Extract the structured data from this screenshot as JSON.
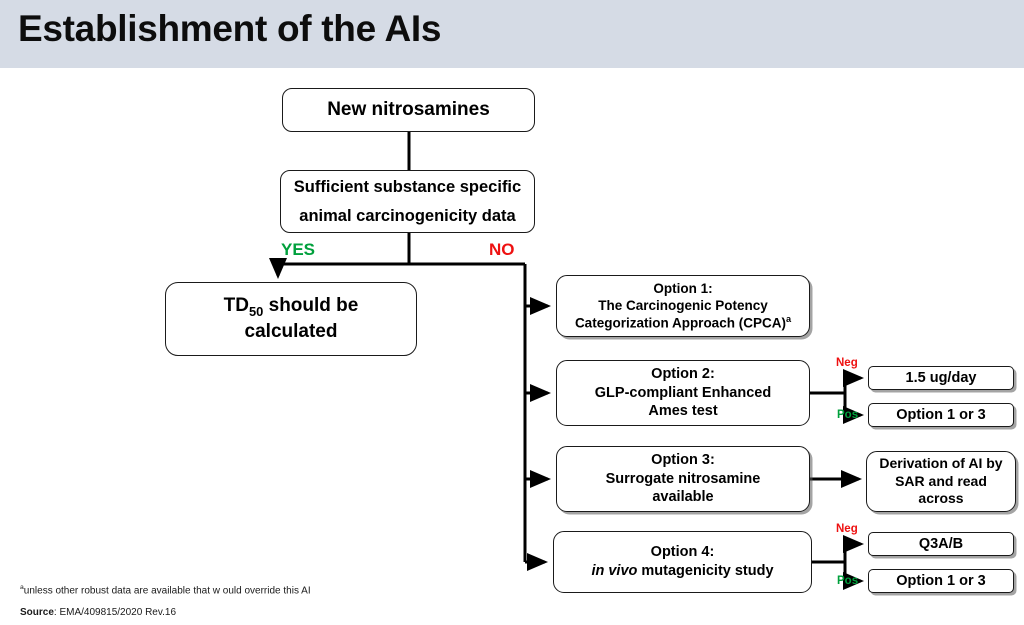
{
  "header": {
    "title": "Establishment of the AIs",
    "band_color": "#d5dbe5"
  },
  "colors": {
    "yes": "#00a03c",
    "no": "#ee1111",
    "neg": "#ee1111",
    "pos": "#00a03c",
    "line": "#000000",
    "box_border": "#1a1a1a"
  },
  "flow": {
    "start": {
      "label": "New nitrosamines"
    },
    "decision": {
      "line1": "Sufficient substance specific",
      "line2": "animal carcinogenicity data",
      "yes_label": "YES",
      "no_label": "NO"
    },
    "yes_branch": {
      "prefix": "TD",
      "subscript": "50",
      "suffix": " should be",
      "line2": "calculated"
    },
    "options": [
      {
        "title": "Option 1:",
        "line2": "The Carcinogenic Potency",
        "line3": "Categorization Approach (CPCA)",
        "superscript": "a",
        "results": []
      },
      {
        "title": "Option 2:",
        "line2": "GLP-compliant Enhanced",
        "line3": "Ames test",
        "results": [
          {
            "condition": "Neg",
            "label": "1.5 ug/day"
          },
          {
            "condition": "Pos",
            "label": "Option 1 or 3"
          }
        ]
      },
      {
        "title": "Option 3:",
        "line2": "Surrogate nitrosamine",
        "line3": "available",
        "results": [
          {
            "condition": "",
            "line1": "Derivation of AI by",
            "line2": "SAR and read across"
          }
        ]
      },
      {
        "title": "Option 4:",
        "italic": "in vivo",
        "line2_rest": " mutagenicity study",
        "results": [
          {
            "condition": "Neg",
            "label": "Q3A/B"
          },
          {
            "condition": "Pos",
            "label": "Option 1 or 3"
          }
        ]
      }
    ]
  },
  "footnotes": {
    "note_marker": "a",
    "note_text": "unless other robust data are available that w ould override this AI",
    "source_label": "Source",
    "source_value": ": EMA/409815/2020 Rev.16"
  }
}
